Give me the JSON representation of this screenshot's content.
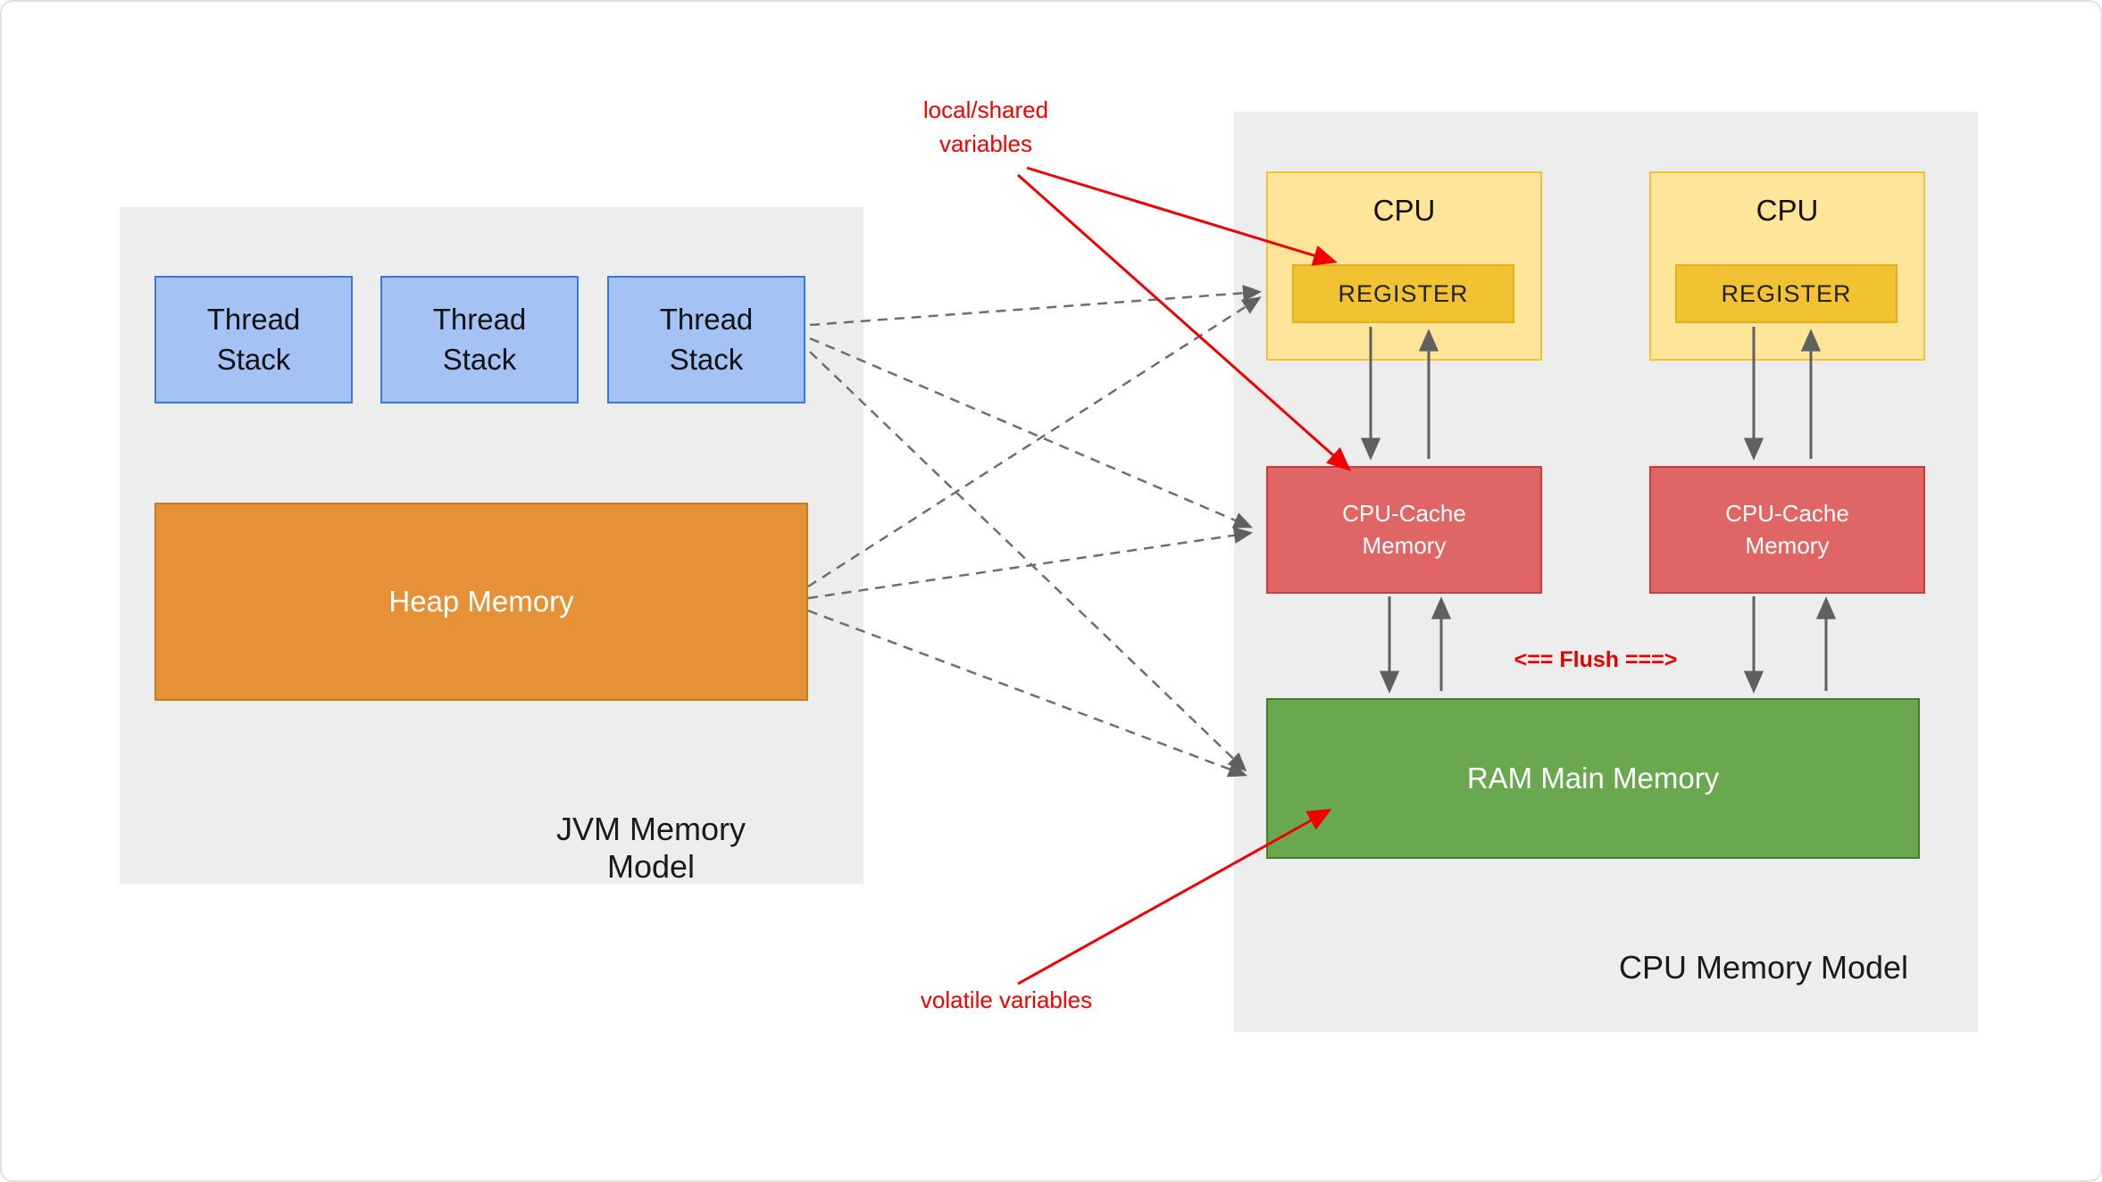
{
  "jvm": {
    "title": "JVM Memory Model",
    "thread_stacks": [
      {
        "label": "Thread Stack"
      },
      {
        "label": "Thread Stack"
      },
      {
        "label": "Thread Stack"
      }
    ],
    "heap": "Heap Memory"
  },
  "cpu_model": {
    "title": "CPU Memory Model",
    "cpus": [
      {
        "label": "CPU",
        "register": "REGISTER"
      },
      {
        "label": "CPU",
        "register": "REGISTER"
      }
    ],
    "caches": [
      {
        "label": "CPU-Cache Memory"
      },
      {
        "label": "CPU-Cache Memory"
      }
    ],
    "ram": "RAM Main Memory",
    "flush": "<== Flush ===>"
  },
  "annotations": {
    "local_shared": "local/shared variables",
    "volatile": "volatile variables"
  },
  "colors": {
    "panel_fill": "#ededed",
    "thread_stack_fill": "#a4c2f4",
    "thread_stack_border": "#3c78d8",
    "heap_fill": "#e69138",
    "cpu_fill": "#ffe599",
    "cpu_border": "#f1c232",
    "register_fill": "#f1c232",
    "cache_fill": "#e06666",
    "ram_fill": "#6aa84f",
    "annotation_red": "#f00000",
    "arrow_gray": "#6e6e6e"
  }
}
